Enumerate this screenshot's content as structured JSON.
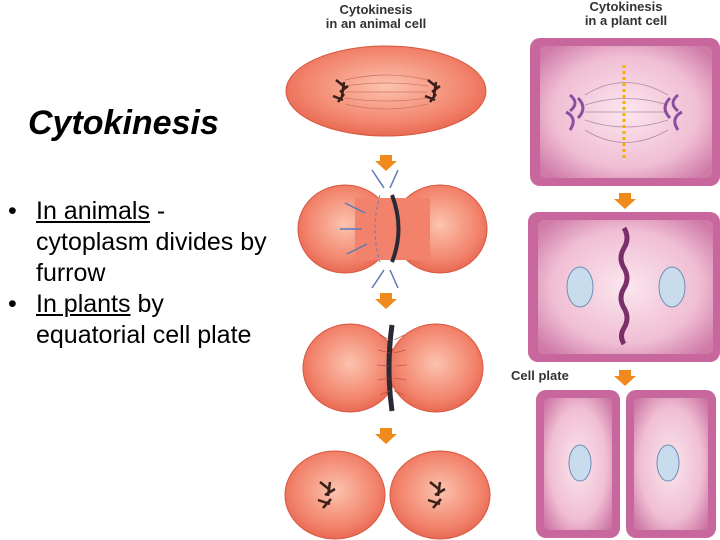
{
  "slide": {
    "title": "Cytokinesis",
    "bullets": [
      {
        "underlined": "In animals",
        "rest": " - cytoplasm divides by furrow"
      },
      {
        "underlined": "In plants",
        "rest": " by equatorial cell plate"
      }
    ]
  },
  "figure": {
    "animal_heading": {
      "line1": "Cytokinesis",
      "line2": "in an animal cell"
    },
    "plant_heading": {
      "line1": "Cytokinesis",
      "line2": "in a plant cell"
    },
    "cell_plate_label": "Cell plate",
    "colors": {
      "animal_cell": "#f2826b",
      "animal_cell_light": "#fbb8a3",
      "plant_wall": "#c8679d",
      "plant_cytoplasm": "#f4c4d8",
      "arrow": "#f08a1c",
      "chromosome": "#3a2018"
    }
  }
}
